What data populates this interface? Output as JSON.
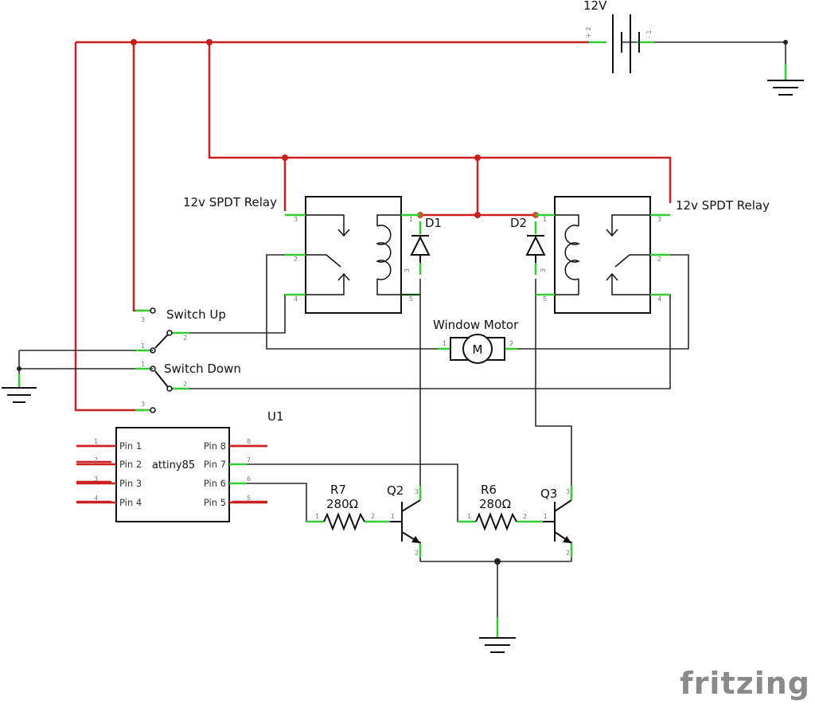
{
  "labels": {
    "battery": "12V",
    "relay_left": "12v SPDT Relay",
    "relay_right": "12v SPDT Relay",
    "diode_1": "D1",
    "diode_2": "D2",
    "switch_up": "Switch Up",
    "switch_down": "Switch Down",
    "motor": "Window Motor",
    "motor_symbol": "M",
    "ic_ref": "U1",
    "ic_name": "attiny85",
    "r7_ref": "R7",
    "r7_value": "280Ω",
    "r6_ref": "R6",
    "r6_value": "280Ω",
    "q2_ref": "Q2",
    "q3_ref": "Q3"
  },
  "ic_pins_left": [
    "Pin 1",
    "Pin 2",
    "Pin 3",
    "Pin 4"
  ],
  "ic_pins_right": [
    "Pin 8",
    "Pin 7",
    "Pin 6",
    "Pin 5"
  ],
  "ic_pin_numbers_left": [
    "1",
    "2",
    "3",
    "4"
  ],
  "ic_pin_numbers_right": [
    "8",
    "7",
    "6",
    "5"
  ],
  "pin_numbers": {
    "battery_plus": "+ 2",
    "battery_minus": "- 1",
    "relay_left_3": "3",
    "relay_left_2": "2",
    "relay_left_4": "4",
    "relay_left_1": "1",
    "relay_left_5": "5",
    "relay_right_3": "3",
    "relay_right_2": "2",
    "relay_right_4": "4",
    "relay_right_1": "1",
    "relay_right_5": "5",
    "switch_up_3": "3",
    "switch_up_1": "1",
    "switch_up_2": "2",
    "switch_down_1": "1",
    "switch_down_2": "2",
    "switch_down_3": "3",
    "motor_1": "1",
    "motor_2": "2",
    "r7_1": "1",
    "r7_2": "2",
    "r6_1": "1",
    "r6_2": "2",
    "q2_1": "1",
    "q2_2": "2",
    "q2_3": "3",
    "q3_1": "1",
    "q3_2": "2",
    "q3_3": "3"
  },
  "brand": "fritzing",
  "colors": {
    "wire_power": "#cc1f1f",
    "wire_signal": "#2a2a2a",
    "pin_stub": "#33cc33",
    "brand_gray": "#8a8a8a"
  }
}
